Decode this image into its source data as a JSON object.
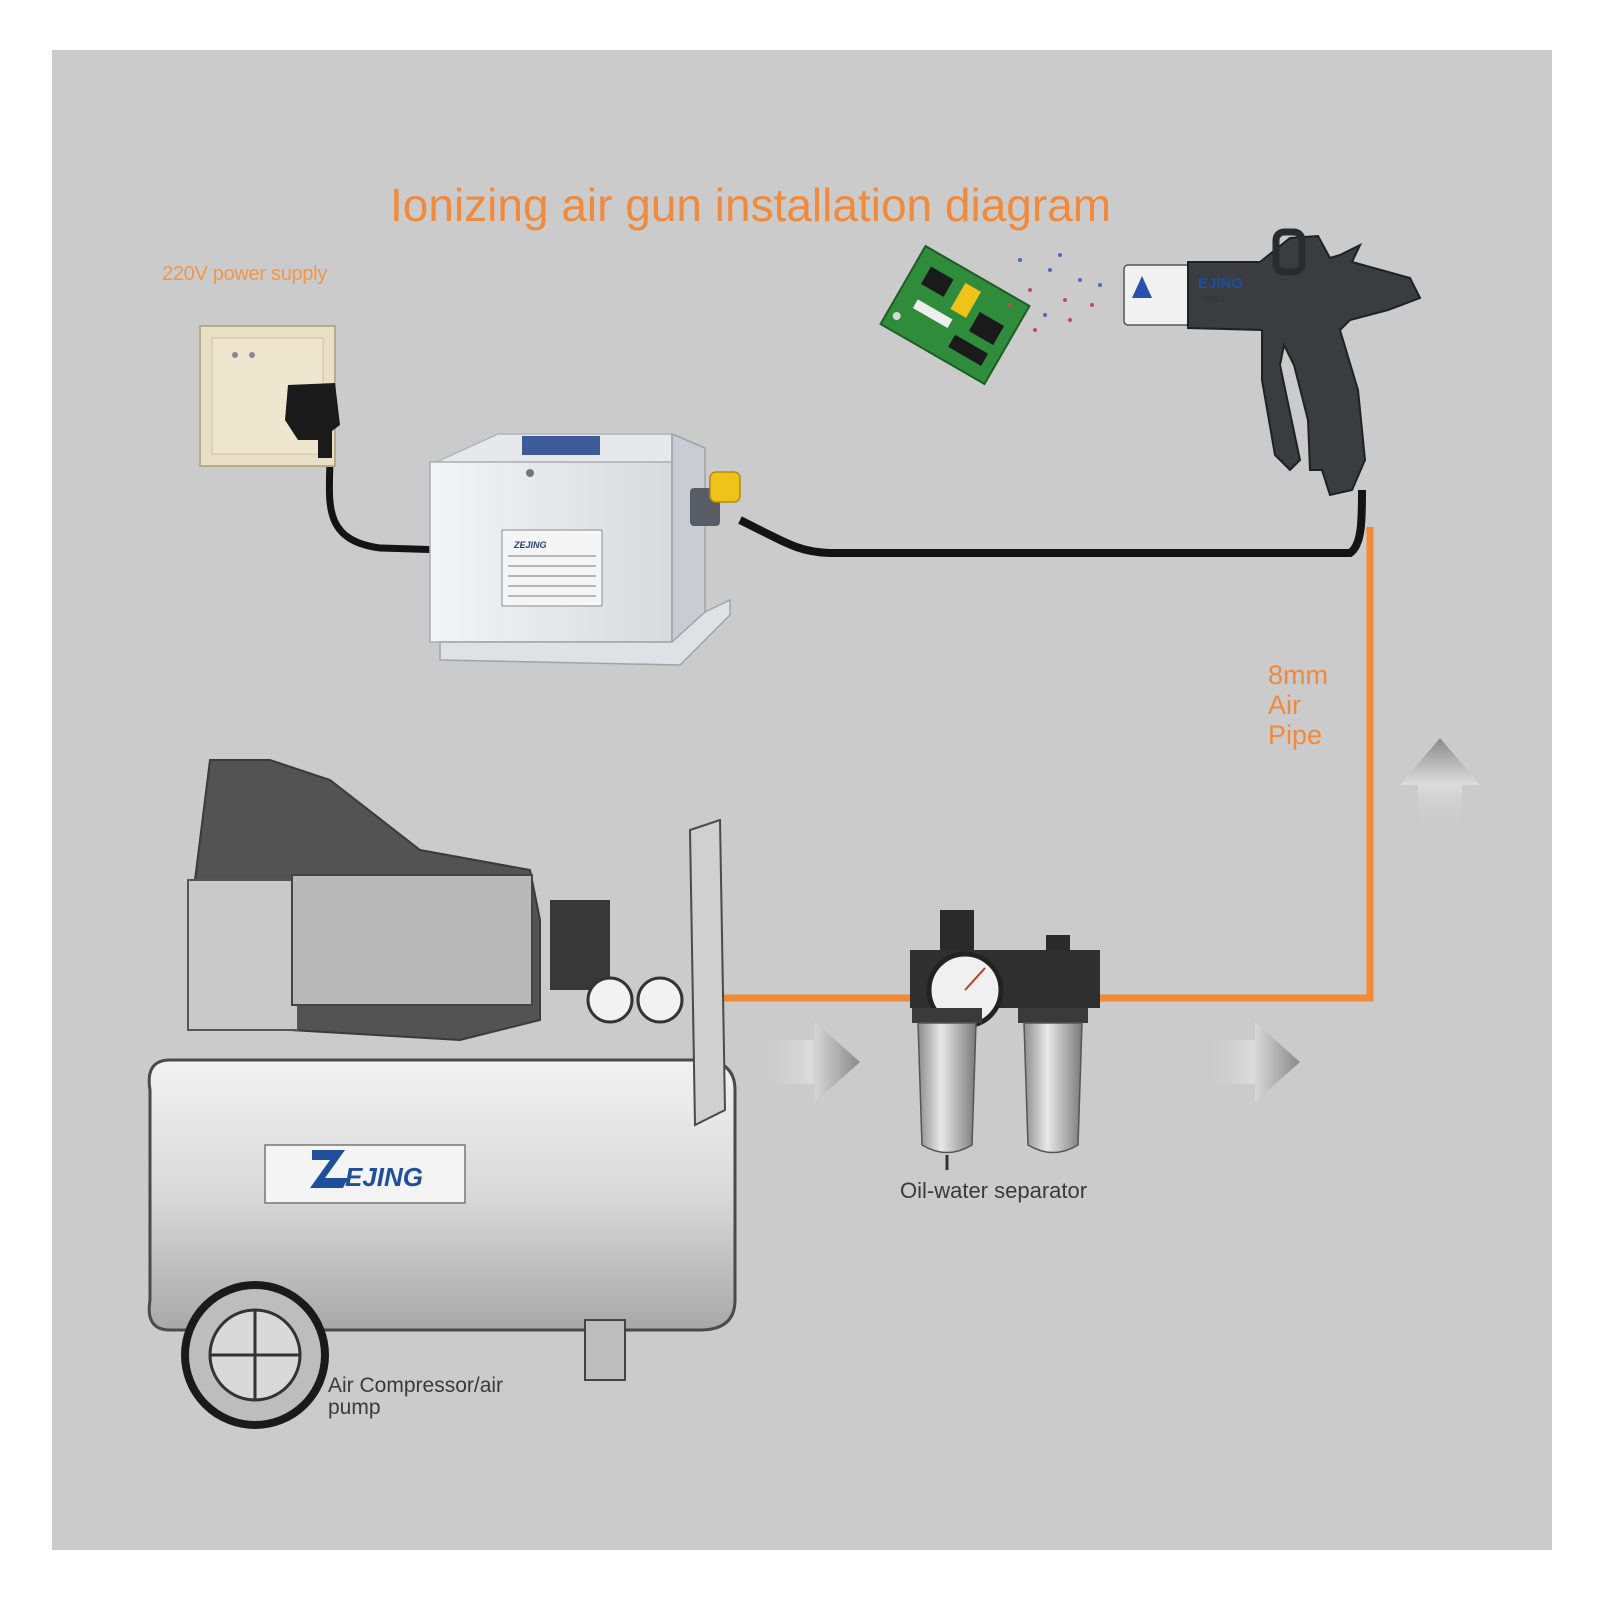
{
  "title": "Ionizing air gun installation diagram",
  "labels": {
    "power_supply": "220V power supply",
    "air_pipe": [
      "8mm",
      "Air",
      "Pipe"
    ],
    "separator": "Oil-water separator",
    "compressor": [
      "Air Compressor/air",
      "pump"
    ]
  },
  "brand": {
    "compressor_logo": "EJING",
    "gun_logo": "EJING",
    "gun_mark": "PASS",
    "box_logo": "ZEJING"
  },
  "colors": {
    "background": "#cbcbcb",
    "accent_orange": "#f08a3c",
    "pipe_orange": "#f28c34",
    "cable_black": "#141414"
  },
  "icons": [
    "wall-socket",
    "power-plug",
    "ion-power-box",
    "ionizing-air-gun",
    "circuit-board",
    "air-compressor",
    "oil-water-separator",
    "flow-arrow-right",
    "flow-arrow-up"
  ]
}
